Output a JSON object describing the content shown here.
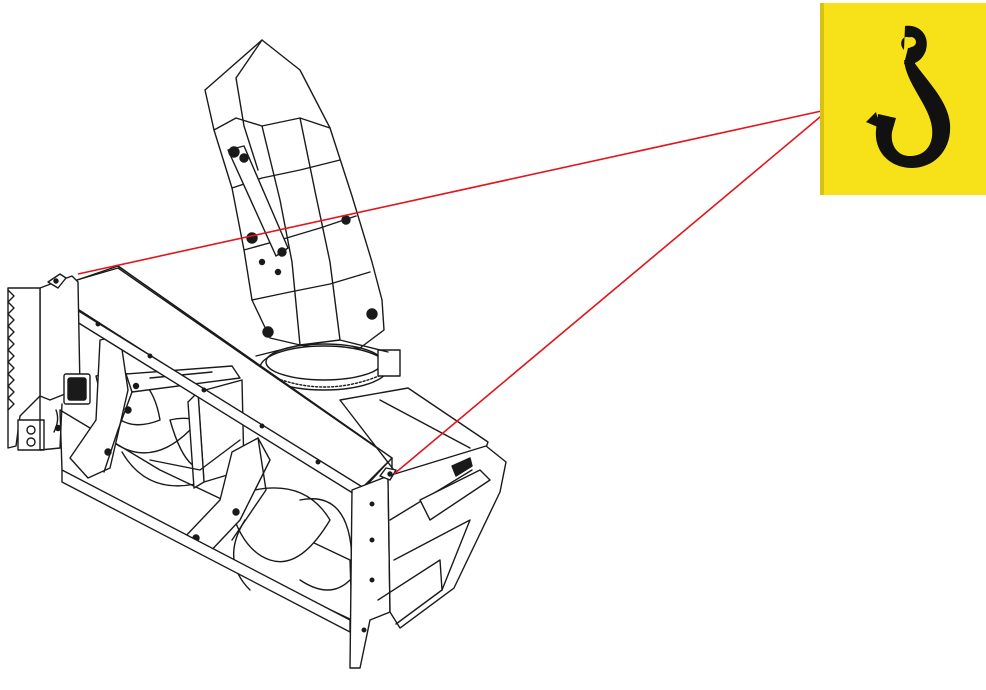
{
  "figure": {
    "subject": "snow-blower-attachment",
    "background_color": "#ffffff",
    "line_color": "#1a1a1a",
    "leader_line_color": "#e3141b"
  },
  "callout": {
    "symbol": "lifting-hook-icon",
    "panel_color": "#f7e21a",
    "symbol_color": "#111111",
    "lifting_points": [
      "left-side-plate-lifting-point",
      "right-side-plate-lifting-point"
    ]
  }
}
